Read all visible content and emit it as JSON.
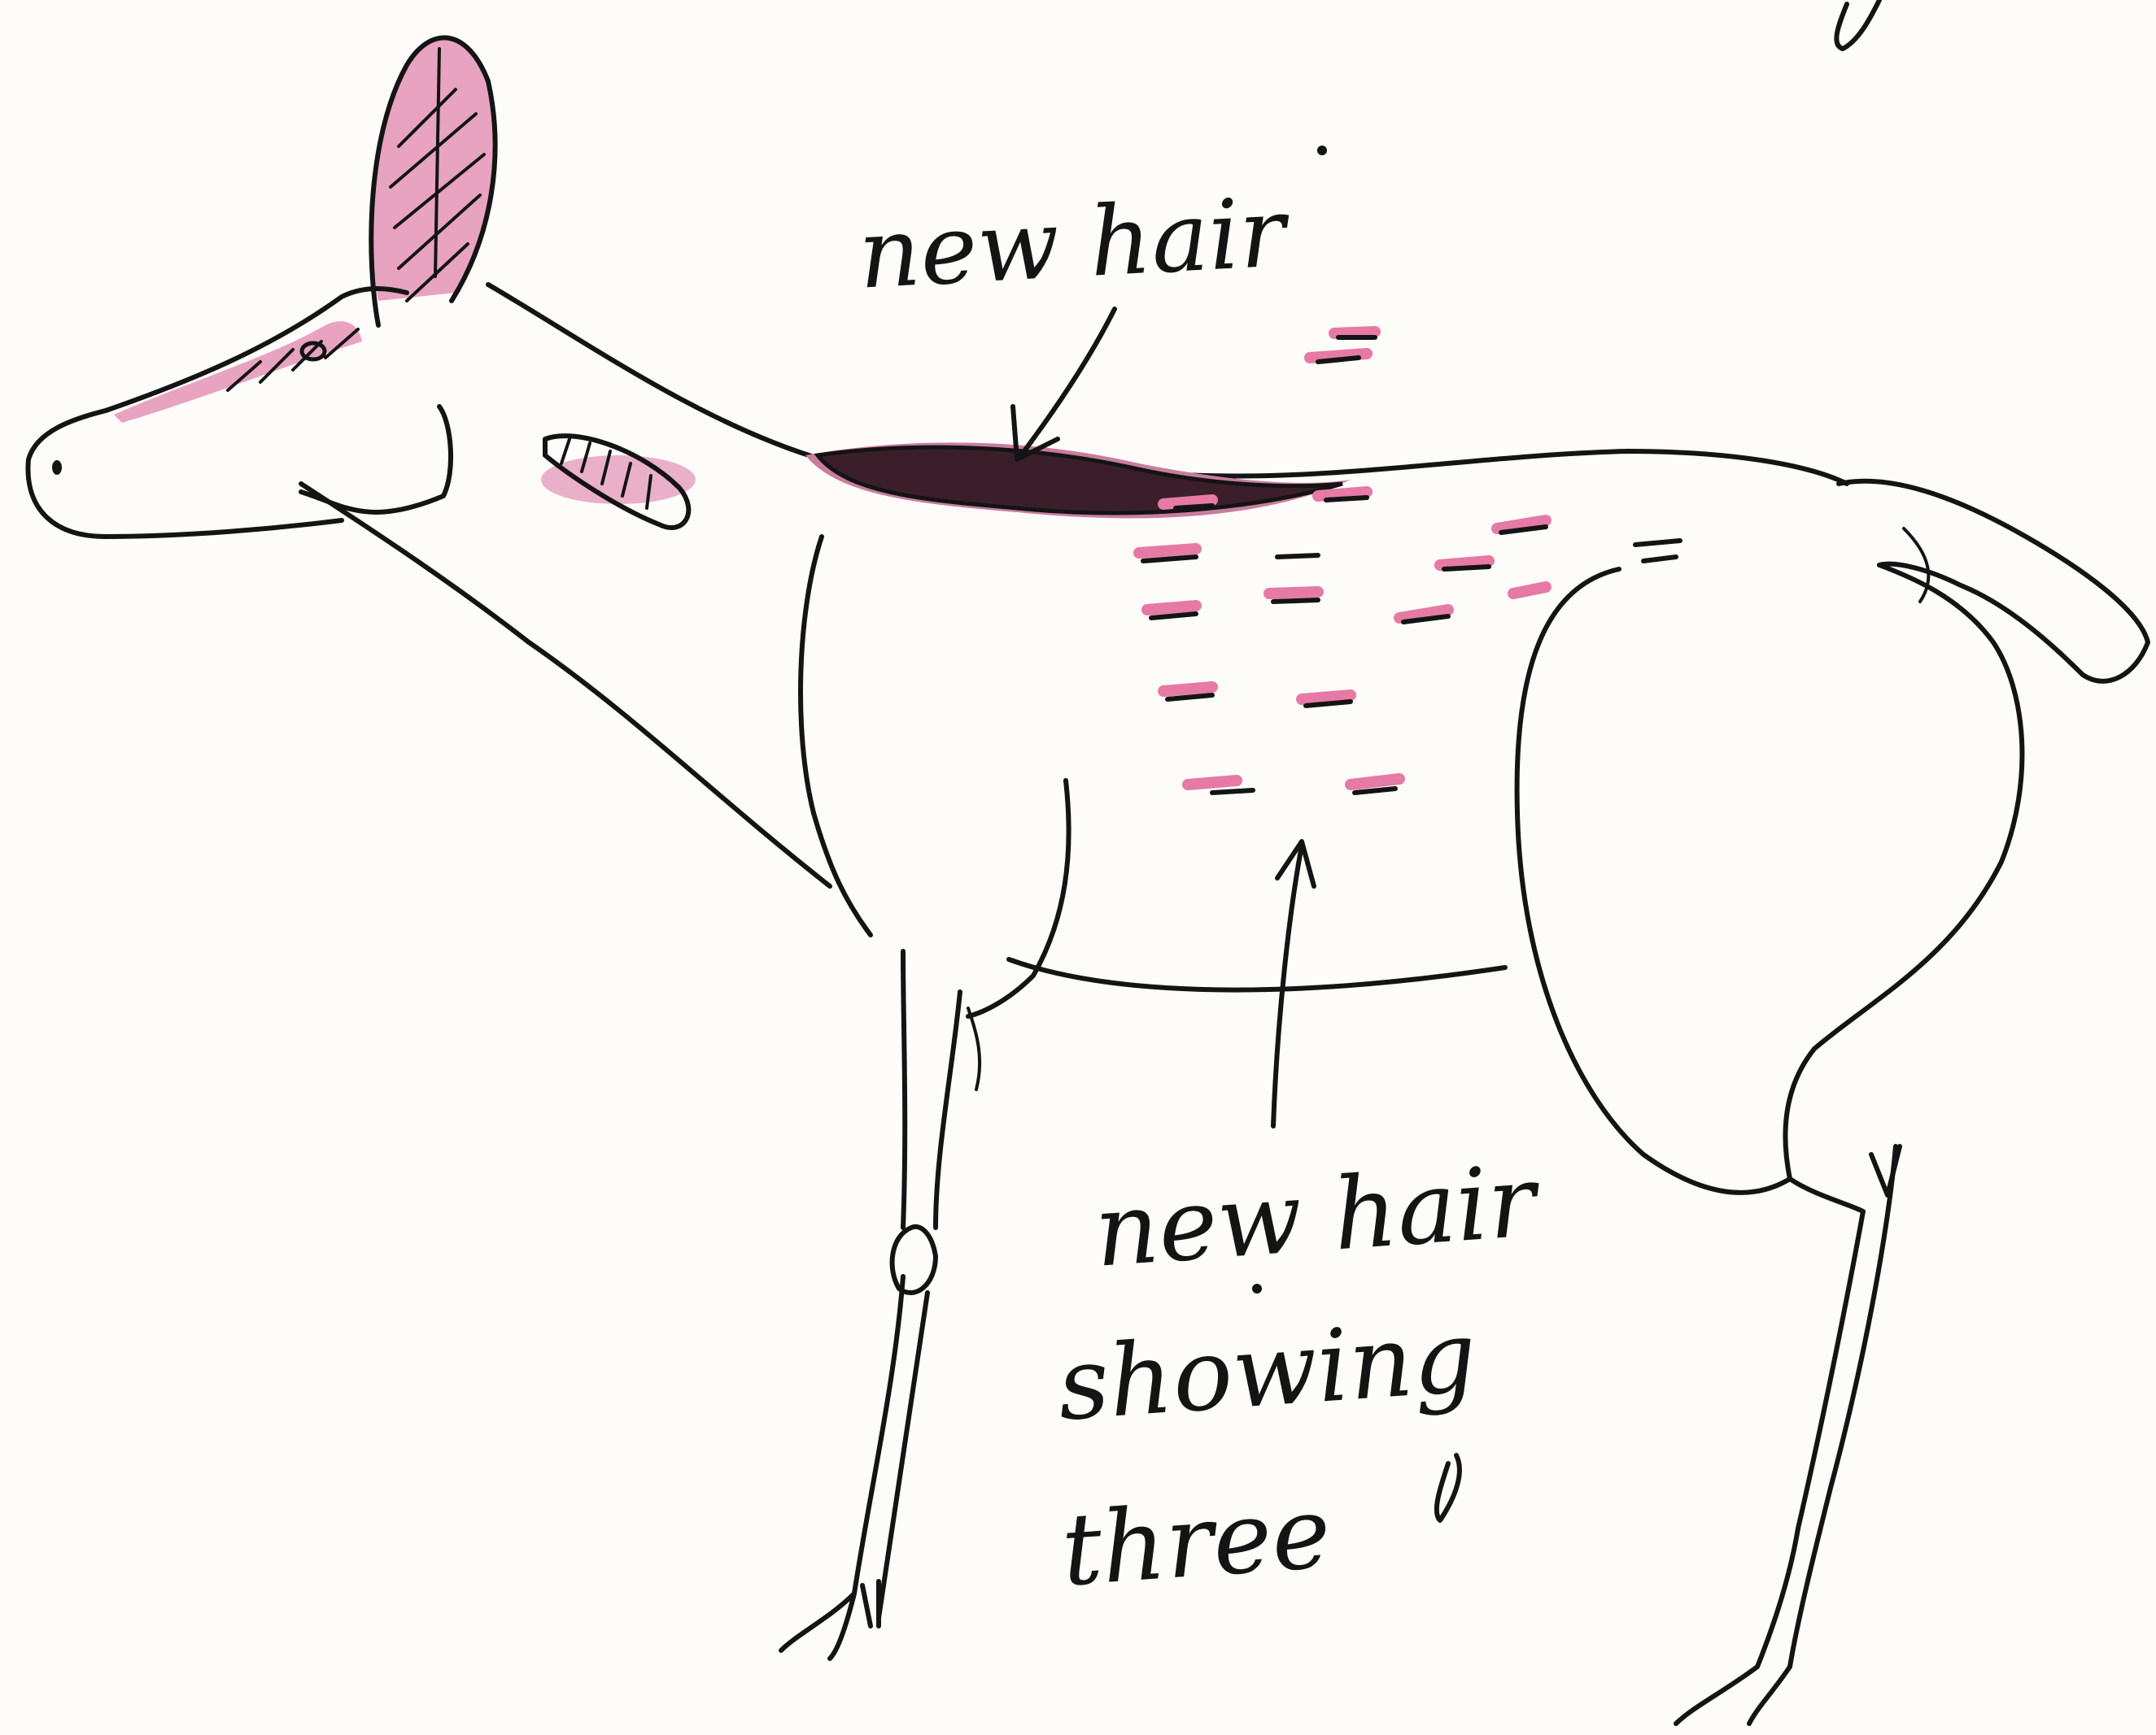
{
  "annotations": {
    "top_label": "new hair",
    "bottom_label_line1": "new hair",
    "bottom_label_line2": "showing",
    "bottom_label_line3": "three"
  },
  "colors": {
    "ink": "#141414",
    "highlight_pink": "#d9789f",
    "paper": "#fdfcf8"
  }
}
